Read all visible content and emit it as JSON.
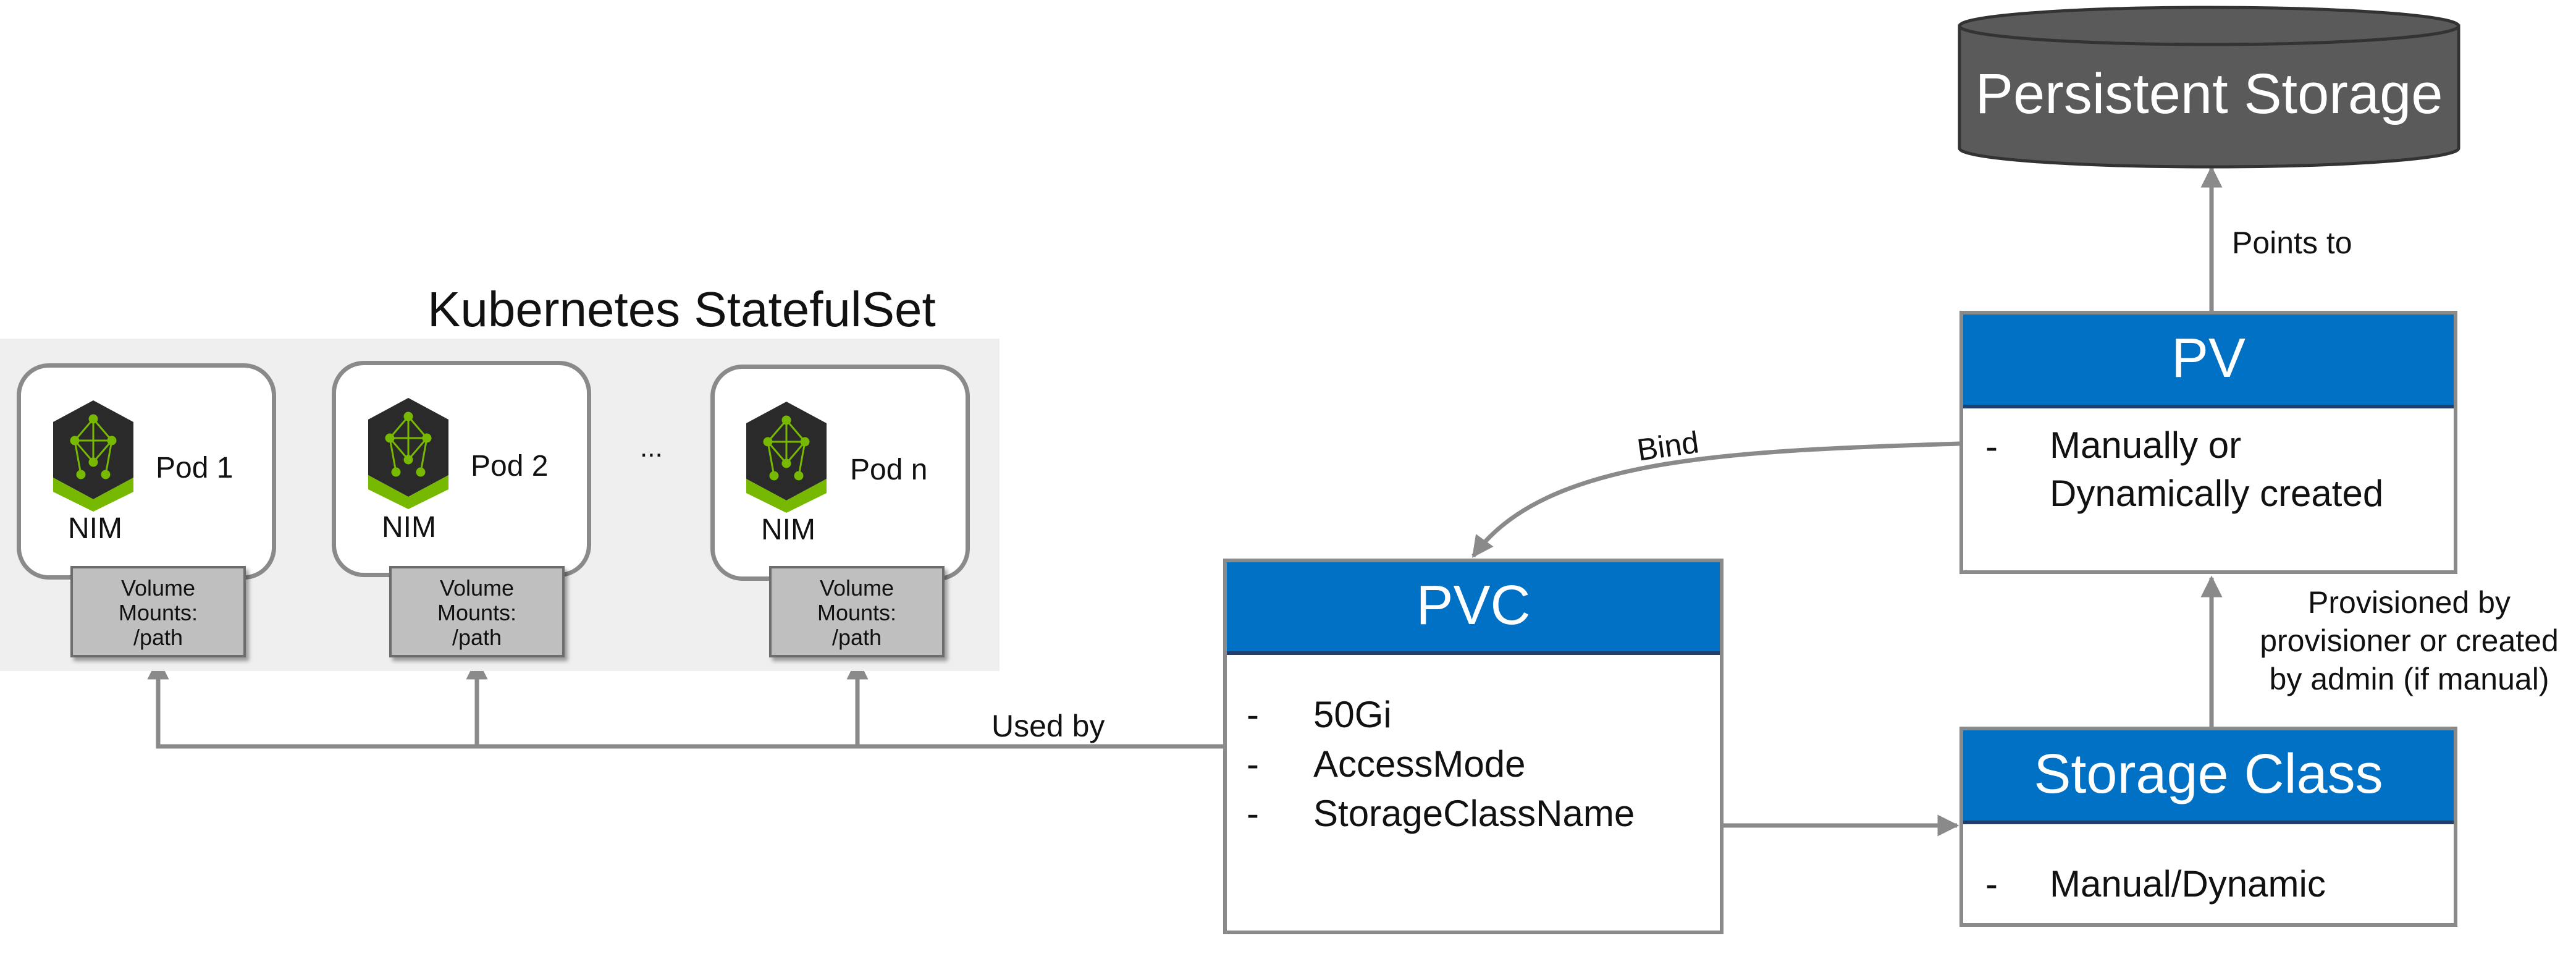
{
  "statefulset": {
    "title": "Kubernetes StatefulSet",
    "pods": [
      {
        "label": "Pod 1",
        "nim_label": "NIM",
        "volume_line1": "Volume",
        "volume_line2": "Mounts:",
        "volume_line3": "/path"
      },
      {
        "label": "Pod 2",
        "nim_label": "NIM",
        "volume_line1": "Volume",
        "volume_line2": "Mounts:",
        "volume_line3": "/path"
      },
      {
        "label": "Pod n",
        "nim_label": "NIM",
        "volume_line1": "Volume",
        "volume_line2": "Mounts:",
        "volume_line3": "/path"
      }
    ],
    "ellipsis": "..."
  },
  "pvc": {
    "title": "PVC",
    "items": [
      "50Gi",
      "AccessMode",
      "StorageClassName"
    ],
    "bullet": "-"
  },
  "pv": {
    "title": "PV",
    "items": [
      "Manually or",
      "Dynamically created"
    ],
    "bullet": "-"
  },
  "storage_class": {
    "title": "Storage Class",
    "items": [
      "Manual/Dynamic"
    ],
    "bullet": "-"
  },
  "persistent_storage": {
    "title": "Persistent Storage"
  },
  "edges": {
    "used_by": "Used by",
    "bind": "Bind",
    "points_to": "Points to",
    "provisioned_line1": "Provisioned by",
    "provisioned_line2": "provisioner or created",
    "provisioned_line3": "by admin (if manual)"
  },
  "colors": {
    "accent_blue": "#0071c5",
    "header_border": "#1f3f6e",
    "cylinder": "#5a5a5a",
    "nim_green": "#76b900",
    "arrow": "#8a8a8a"
  }
}
